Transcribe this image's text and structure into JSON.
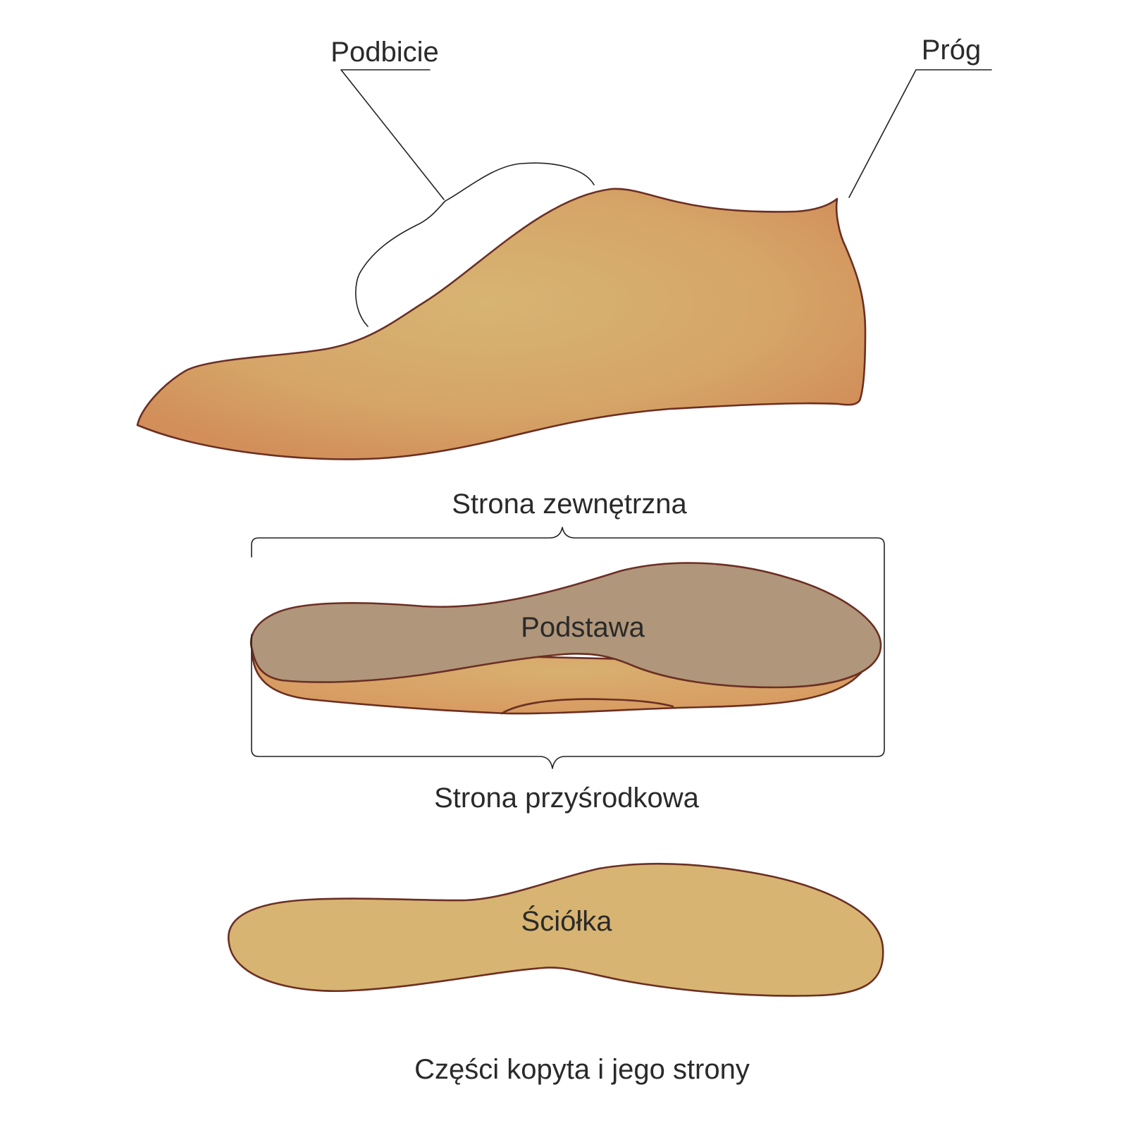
{
  "labels": {
    "instep": "Podbicie",
    "threshold": "Próg",
    "outer_side": "Strona zewnętrzna",
    "base": "Podstawa",
    "medial_side": "Strona przyśrodkowa",
    "insole": "Ściółka",
    "caption": "Części kopyta i jego strony"
  },
  "colors": {
    "last_light": "#d7b472",
    "last_dark": "#d2935d",
    "base_top": "#b0967a",
    "base_side": "#d9a266",
    "insole_fill": "#d7b472",
    "outline": "#6b2f23",
    "leader_line": "#222222",
    "text": "#2a2a2a"
  }
}
